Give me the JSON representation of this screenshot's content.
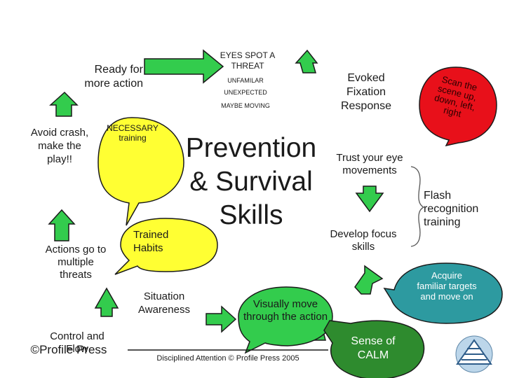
{
  "center_title": "Prevention & Survival Skills",
  "nodes": {
    "eyes_spot_threat": "EYES SPOT A THREAT",
    "unfamiliar": "UNFAMILAR",
    "unexpected": "UNEXPECTED",
    "maybe_moving": "MAYBE MOVING",
    "evoked_fixation": "Evoked Fixation Response",
    "scan": "Scan the scene up, down, left, right",
    "trust_eye": "Trust your eye movements",
    "flash_recognition": "Flash recognition training",
    "develop_focus": "Develop focus skills",
    "acquire_targets": "Acquire familiar targets and move on",
    "sense_of_calm": "Sense of CALM",
    "visually_move": "Visually move through the action",
    "control_flow": "Control and Flow",
    "profile_press": "©Profile Press",
    "situation_awareness": "Situation Awareness",
    "trained_habits": "Trained Habits",
    "actions_multiple": "Actions go to multiple threats",
    "avoid_crash": "Avoid crash, make the play!!",
    "necessary_training": "NECESSARY training",
    "ready_for_action": "Ready for more action"
  },
  "footer": "Disciplined Attention © Profile Press 2005",
  "colors": {
    "arrow_green": "#33cc4d",
    "callout_yellow": "#ffff33",
    "callout_red": "#e8101a",
    "calm_green": "#2e8b2e"
  },
  "icons": [
    "logo-mark-icon"
  ]
}
